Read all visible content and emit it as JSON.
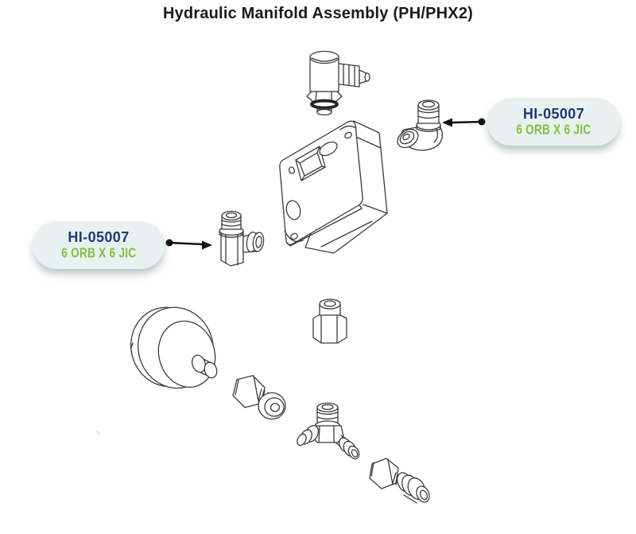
{
  "title": "Hydraulic Manifold Assembly (PH/PHX2)",
  "callouts": {
    "right": {
      "part_number": "HI-05007",
      "spec": "6 ORB X 6 JIC"
    },
    "left": {
      "part_number": "HI-05007",
      "spec": "6 ORB X 6 JIC"
    }
  },
  "colors": {
    "part_number_text": "#1F3A73",
    "spec_text": "#7FC241",
    "callout_bg": "#E9F1F0",
    "drawing_line": "#3B3B3B",
    "arrow": "#111111",
    "title_text": "#1A1A1A"
  },
  "diagram": {
    "parts": [
      "elbow-fitting-top",
      "elbow-fitting-right",
      "elbow-fitting-left",
      "manifold-block",
      "round-cap",
      "hex-plug",
      "straight-adapter-upper",
      "tee-fitting",
      "straight-adapter-lower"
    ]
  }
}
